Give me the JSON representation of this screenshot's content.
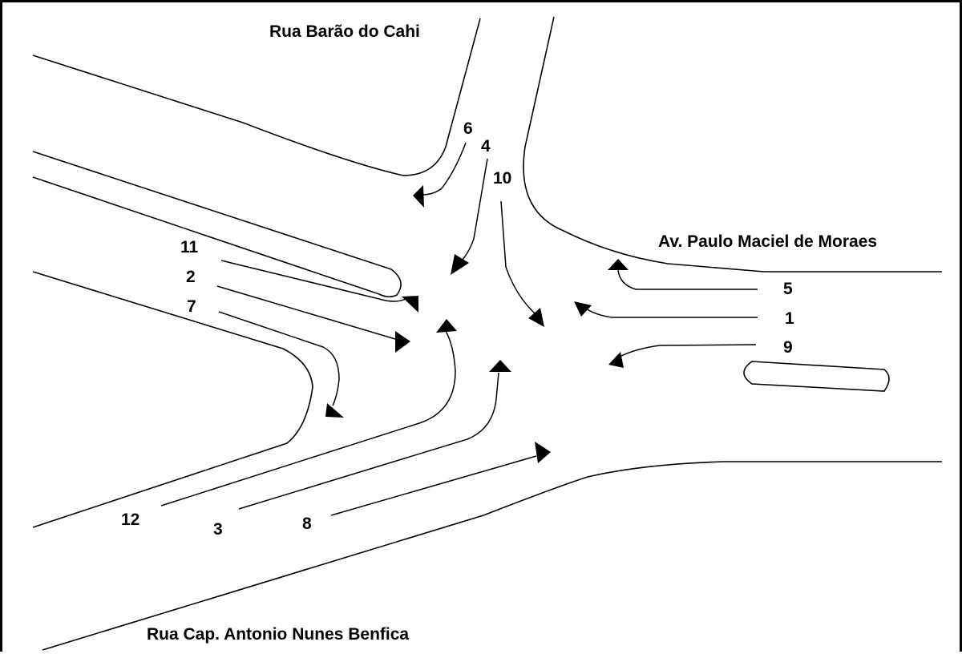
{
  "streets": {
    "north": "Rua Barão do Cahi",
    "east": "Av. Paulo Maciel de Moraes",
    "south": "Rua Cap. Antonio Nunes Benfica"
  },
  "movements": {
    "m1": "1",
    "m2": "2",
    "m3": "3",
    "m4": "4",
    "m5": "5",
    "m6": "6",
    "m7": "7",
    "m8": "8",
    "m9": "9",
    "m10": "10",
    "m11": "11",
    "m12": "12"
  }
}
